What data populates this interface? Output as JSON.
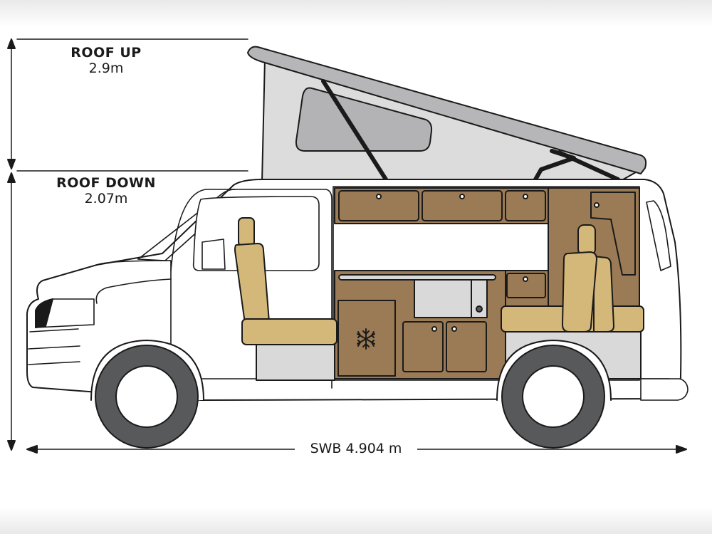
{
  "dimensions": {
    "roof_up": {
      "title": "ROOF UP",
      "value": "2.9m"
    },
    "roof_down": {
      "title": "ROOF DOWN",
      "value": "2.07m"
    },
    "length": "SWB 4.904 m"
  },
  "colors": {
    "outline": "#1a1a1a",
    "wood": "#9b7b55",
    "seat": "#d4b87a",
    "roof_canvas": "#dcdcdd",
    "window": "#b3b3b5",
    "wheel": "#58595b",
    "floor": "#d9d9d9"
  },
  "icons": [
    "snowflake-icon"
  ]
}
